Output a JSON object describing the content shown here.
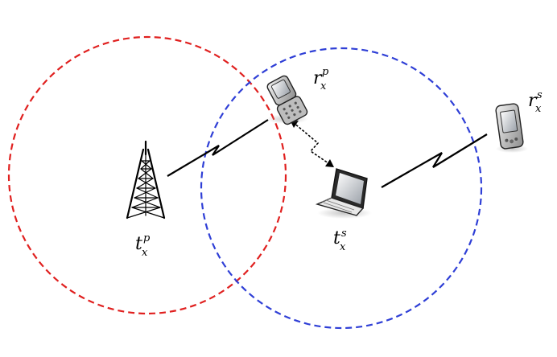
{
  "colors": {
    "primary_circle": "#e0201f",
    "secondary_circle": "#2f3fd6",
    "link": "#000000"
  },
  "icons": {
    "primary_transmitter": "cell-tower-icon",
    "primary_receiver": "flip-phone-icon",
    "secondary_transmitter": "laptop-icon",
    "secondary_receiver": "pda-icon"
  },
  "labels": {
    "primary_tx": {
      "main": "t",
      "sub": "x",
      "sup": "p"
    },
    "primary_rx": {
      "main": "r",
      "sub": "x",
      "sup": "p"
    },
    "secondary_tx": {
      "main": "t",
      "sub": "x",
      "sup": "s"
    },
    "secondary_rx": {
      "main": "r",
      "sub": "x",
      "sup": "s"
    }
  }
}
